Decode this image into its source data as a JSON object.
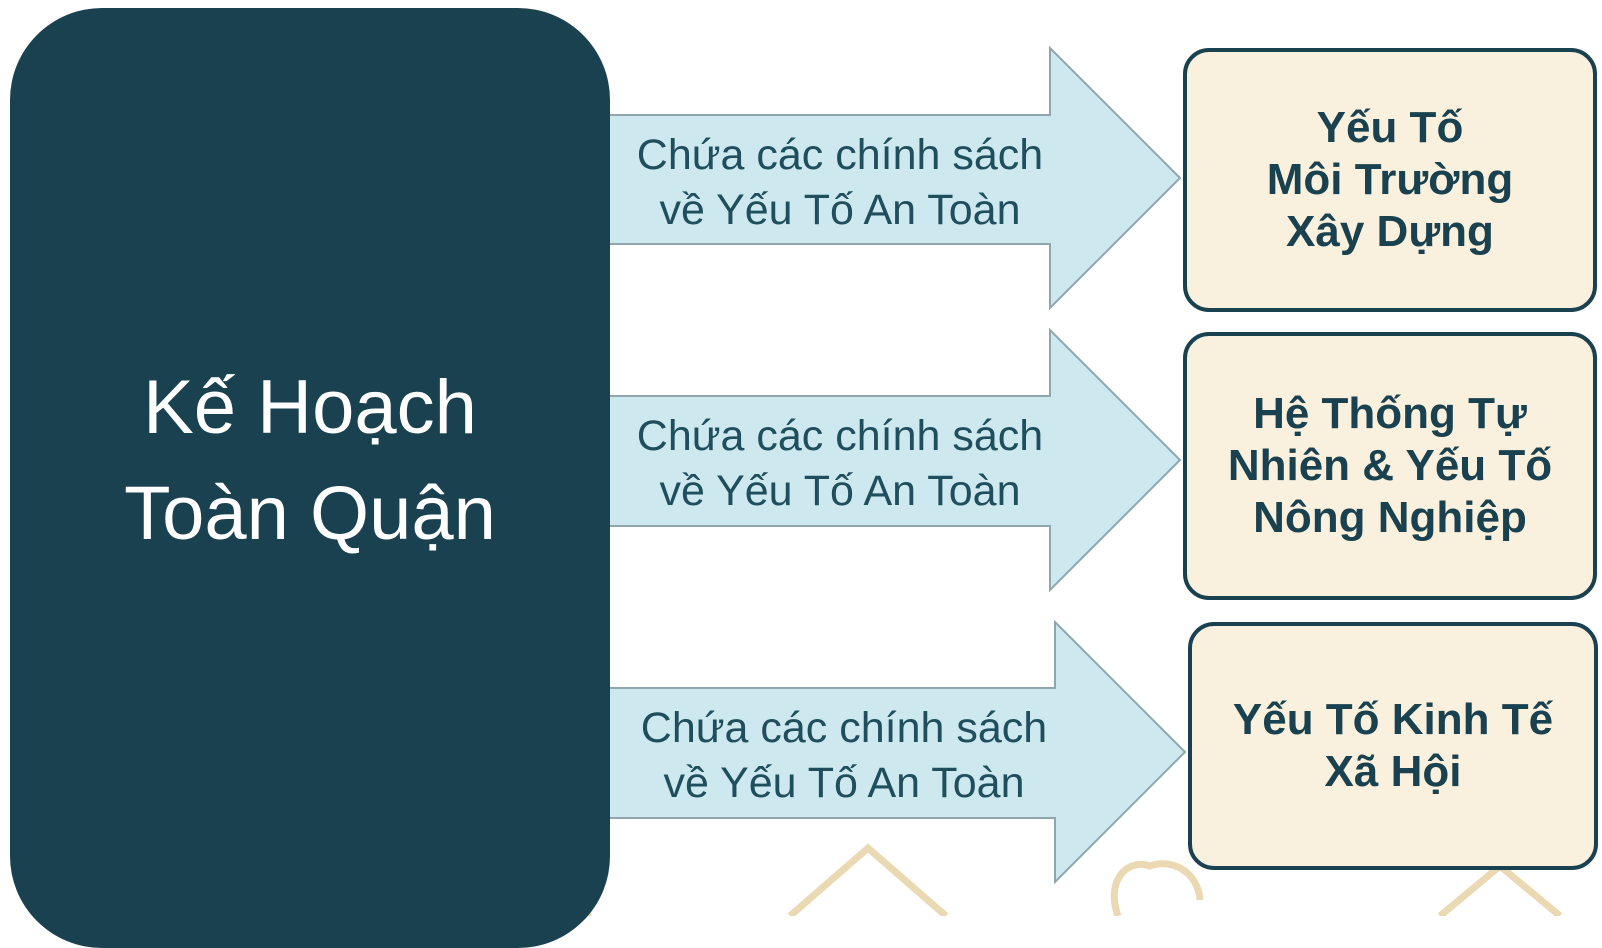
{
  "main": {
    "title_line1": "Kế Hoạch",
    "title_line2": "Toàn Quận"
  },
  "arrows": [
    {
      "line1": "Chứa các chính sách",
      "line2": "về Yếu Tố An Toàn"
    },
    {
      "line1": "Chứa các chính sách",
      "line2": "về Yếu Tố An Toàn"
    },
    {
      "line1": "Chứa các chính sách",
      "line2": "về Yếu Tố An Toàn"
    }
  ],
  "targets": [
    {
      "line1": "Yếu Tố",
      "line2": "Môi Trường",
      "line3": "Xây Dựng"
    },
    {
      "line1": "Hệ Thống Tự",
      "line2": "Nhiên & Yếu Tố",
      "line3": "Nông Nghiệp"
    },
    {
      "line1": "Yếu Tố Kinh Tế",
      "line2": "Xã Hội"
    }
  ],
  "colors": {
    "main_box": "#1a414f",
    "arrow_fill": "#cde9ef",
    "arrow_stroke": "#8fa6ad",
    "target_fill": "#f9f1de",
    "target_border": "#1a414f",
    "watermark": "#e6cf9f"
  }
}
